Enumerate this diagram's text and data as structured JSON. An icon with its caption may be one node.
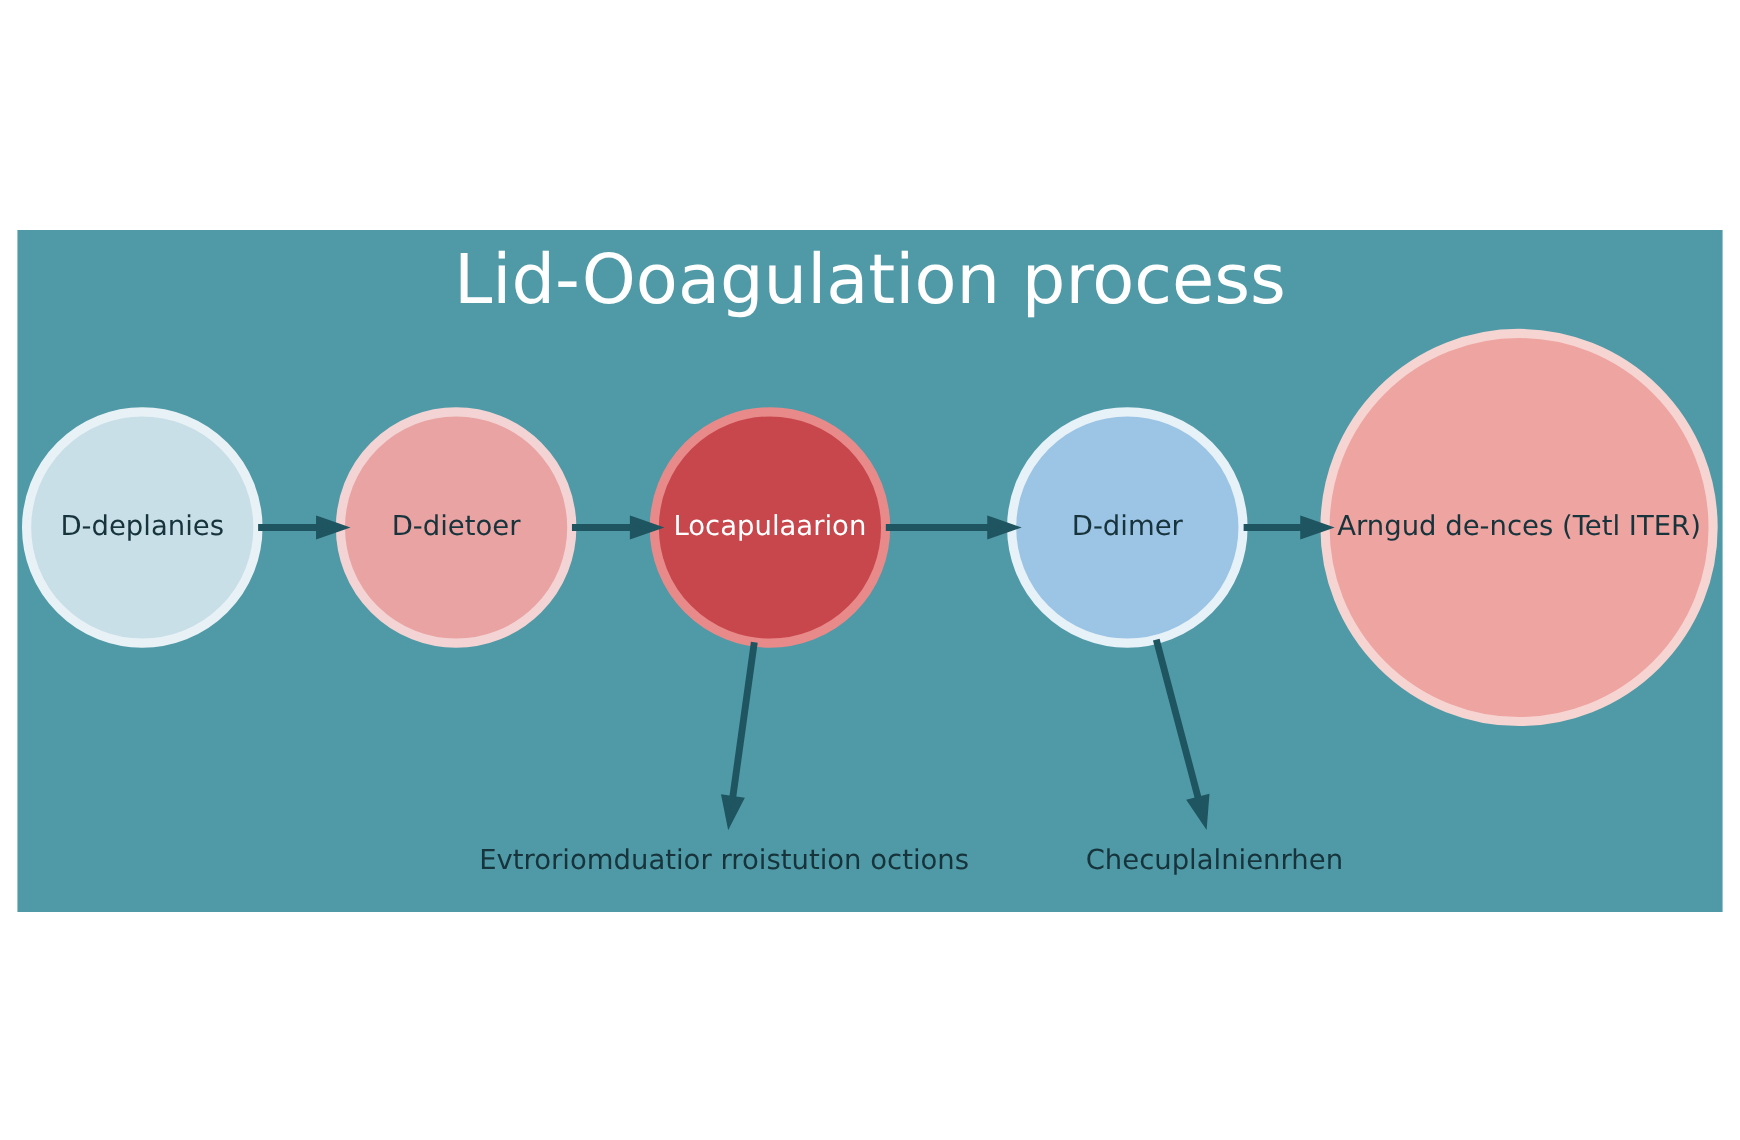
{
  "diagram": {
    "title": "Lid-Ooagulation process",
    "nodes": [
      {
        "text": [
          "D-deplanies"
        ]
      },
      {
        "text": [
          "D-dietoer"
        ]
      },
      {
        "text": [
          "Locapulaarion"
        ]
      },
      {
        "text": [
          "D-dimer"
        ]
      },
      {
        "text": [
          "Arngud de-nces (Tetl ITER)"
        ]
      },
      {
        "text": [
          "Evtroriomduatior rroistution octions"
        ]
      },
      {
        "text": [
          "Checuplalnienrhen"
        ]
      }
    ],
    "edges": [
      {
        "from": 0,
        "to": 1,
        "arrow": "to"
      },
      {
        "from": 1,
        "to": 2,
        "arrow": "to"
      },
      {
        "from": 2,
        "to": 3,
        "arrow": "to"
      },
      {
        "from": 3,
        "to": 4,
        "arrow": "to"
      },
      {
        "from": 2,
        "to": 5,
        "arrow": "to"
      },
      {
        "from": 3,
        "to": 6,
        "arrow": "to"
      }
    ]
  }
}
